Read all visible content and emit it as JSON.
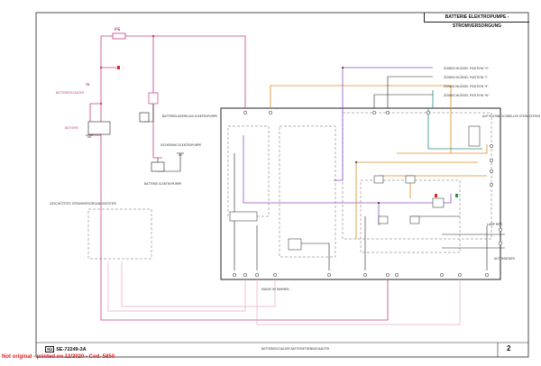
{
  "title": "BATTERIE ELEKTROPUMPE - STROMVERSORGUNG",
  "document_code": "SE-72249-3A",
  "logo_text": "SU",
  "page_number": "2",
  "watermark": "Not original - printed on 12/2020 - Cod. 5850",
  "labels": {
    "fuse": "F6",
    "relay_t8": "T8",
    "battery_switch_label": "BATTERIESCHALTER",
    "battery_label": "BATTERIE",
    "relay_label": "BATTERIELADERELAIS ELEKTROPUMPE",
    "fuse_pump": "SICHERUNG ELEKTROPUMPE",
    "battery_pump": "BATTERIE ELEKTROPUMPE",
    "protected_supply": "GESCHÜTZTES STROMVERSORGUNGSSYSTEM",
    "ignition_0": "ZÜNDSCHLÜSSEL POSITION \"0\"",
    "ignition_i": "ZÜNDSCHLÜSSEL POSITION \"I\"",
    "ignition_ii": "ZÜNDSCHLÜSSEL POSITION \"II\"",
    "ignition_iii": "ZÜNDSCHLÜSSEL POSITION \"III\"",
    "board_label": "AUF PLATINE SCHNELLES STEIN-SYSTEM",
    "ground_label": "MASSE IM RAHMEN",
    "battery_switch_bottom": "BATTERIESCHALTER BATTERIETRENNSCHALTER",
    "auto_label": "AUTOMATIKER",
    "lamp_label": "LAMP RIPO"
  },
  "colors": {
    "pink": "#c0408c",
    "purple": "#9050c0",
    "orange": "#e08a20",
    "teal": "#2a8a8a",
    "black": "#222222",
    "red": "#d03030",
    "green": "#2a9a3a",
    "light_pink": "#e8a8c8"
  }
}
